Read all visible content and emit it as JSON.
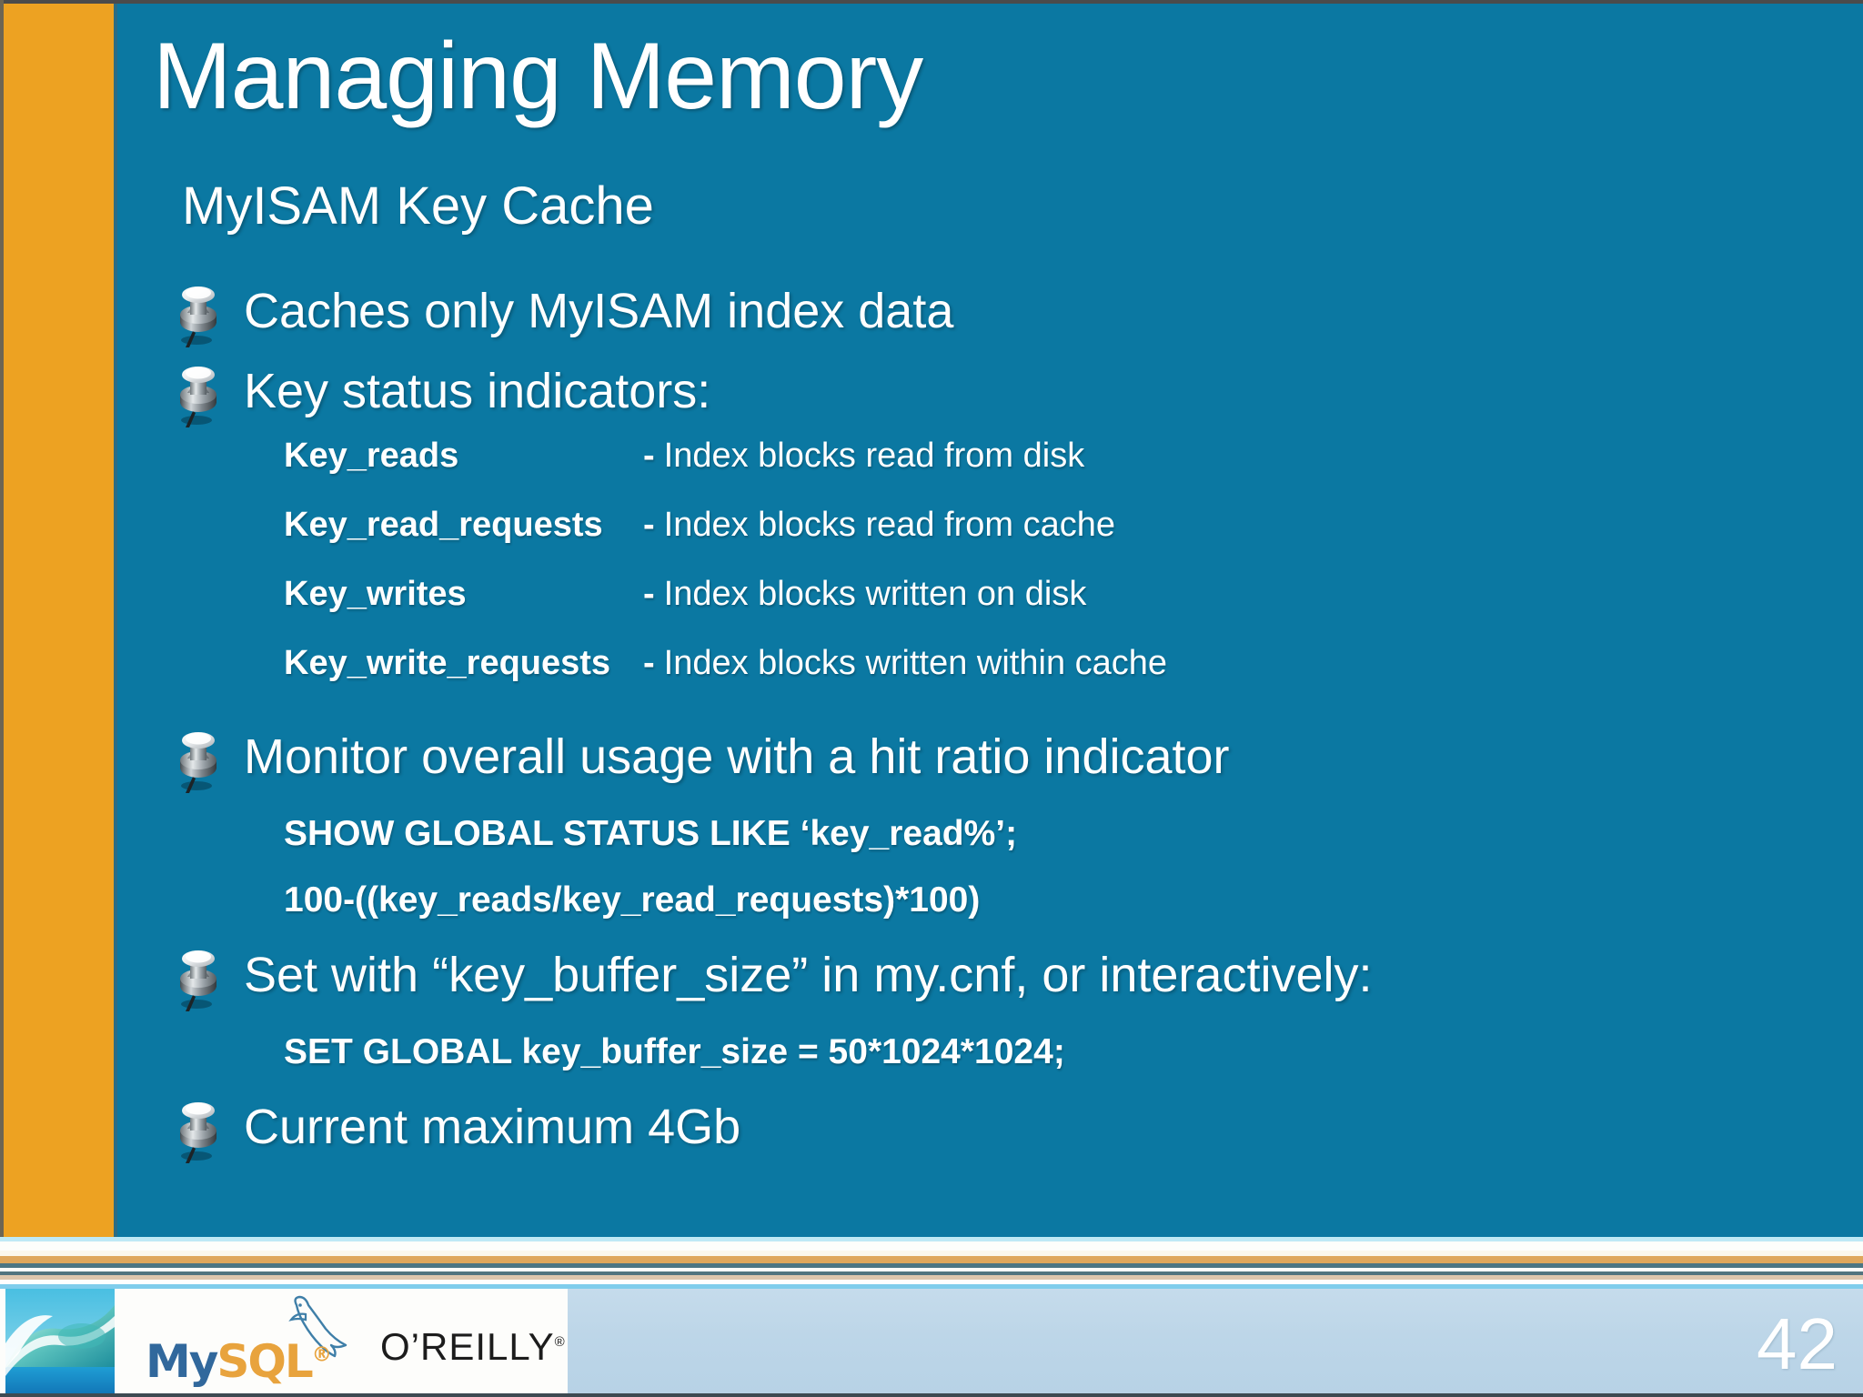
{
  "slide": {
    "title": "Managing Memory",
    "subtitle": "MyISAM Key Cache",
    "page_number": "42",
    "colors": {
      "body_background": "#0b78a2",
      "accent_bar": "#eda222",
      "text": "#ffffff",
      "footer_background": "#bdd6e8",
      "divider_orange": "#dfa75c",
      "divider_tan": "#dec6ad",
      "mysql_blue": "#31689c",
      "mysql_orange": "#e8a33d"
    },
    "bullets": [
      {
        "text": "Caches only MyISAM index data"
      },
      {
        "text": "Key status indicators:"
      },
      {
        "text": "Monitor overall usage with a hit ratio indicator"
      },
      {
        "text": "Set with “key_buffer_size” in my.cnf, or interactively:"
      },
      {
        "text": "Current maximum 4Gb"
      }
    ],
    "status_indicators": [
      {
        "name": "Key_reads",
        "dash": "-",
        "description": "Index blocks read from disk"
      },
      {
        "name": "Key_read_requests",
        "dash": "-",
        "description": "Index blocks read from cache"
      },
      {
        "name": "Key_writes",
        "dash": "-",
        "description": "Index blocks written on disk"
      },
      {
        "name": "Key_write_requests",
        "dash": "-",
        "description": "Index blocks written within cache"
      }
    ],
    "hit_ratio_code": [
      "SHOW GLOBAL STATUS LIKE ‘key_read%’;",
      "100-((key_reads/key_read_requests)*100)"
    ],
    "buffer_size_code": [
      "SET GLOBAL key_buffer_size = 50*1024*1024;"
    ]
  },
  "footer": {
    "mysql_logo": {
      "prefix": "My",
      "suffix": "SQL",
      "registered": "®",
      "icon": "dolphin-icon"
    },
    "oreilly_logo": {
      "text": "O’REILLY",
      "trademark": "®"
    },
    "wave_image": "ocean-wave-photo"
  },
  "icons": {
    "bullet": "pushpin-icon"
  }
}
